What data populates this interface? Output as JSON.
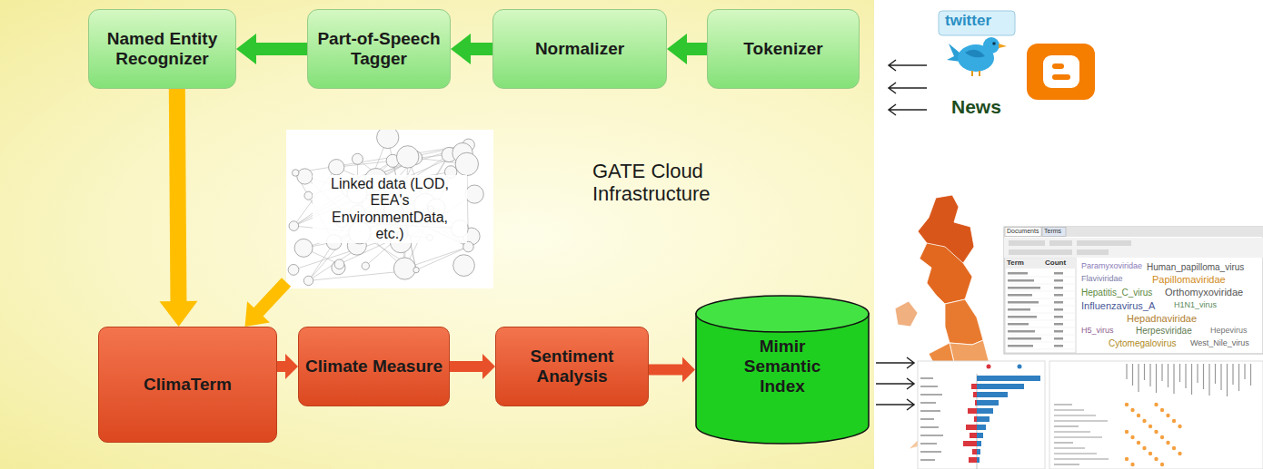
{
  "diagram": {
    "nodes": [
      {
        "text": [
          "GATE Cloud Infrastructure"
        ]
      },
      {
        "text": [
          "Named Entity Recognizer"
        ],
        "in": 0
      },
      {
        "text": [
          "Part-of-Speech Tagger"
        ],
        "in": 0
      },
      {
        "text": [
          "Normalizer"
        ],
        "in": 0
      },
      {
        "text": [
          "Tokenizer"
        ],
        "in": 0
      },
      {
        "text": [
          "Linked data (LOD, EEA's EnvironmentData, etc.)"
        ],
        "in": 0
      },
      {
        "text": [
          "ClimaTerm"
        ],
        "in": 0
      },
      {
        "text": [
          "Climate Measure"
        ],
        "in": 0
      },
      {
        "text": [
          "Sentiment Analysis"
        ],
        "in": 0
      },
      {
        "text": [
          "Mimir Semantic Index"
        ],
        "in": 0
      }
    ],
    "edges": [
      {
        "from": 4,
        "to": 3,
        "arrow": "to"
      },
      {
        "from": 3,
        "to": 2,
        "arrow": "to"
      },
      {
        "from": 2,
        "to": 1,
        "arrow": "to"
      },
      {
        "from": 1,
        "to": 6,
        "arrow": "to"
      },
      {
        "from": 5,
        "to": 6,
        "arrow": "to"
      },
      {
        "from": 6,
        "to": 7,
        "arrow": "to"
      },
      {
        "from": 7,
        "to": 8,
        "arrow": "to"
      },
      {
        "from": 8,
        "to": 9,
        "arrow": "to"
      }
    ],
    "labels": [
      "twitter",
      "News",
      "Documents",
      "Terms",
      "Term",
      "Count",
      "Paramyxoviridae",
      "Human_papilloma_virus",
      "Flaviviridae",
      "Papillomaviridae",
      "Hepatitis_C_virus",
      "Orthomyxoviridae",
      "Influenzavirus_A",
      "H1N1_virus",
      "Hepadnaviridae",
      "H5_virus",
      "Herpesviridae",
      "Hepevirus",
      "Cytomegalovirus",
      "West_Nile_virus"
    ]
  }
}
